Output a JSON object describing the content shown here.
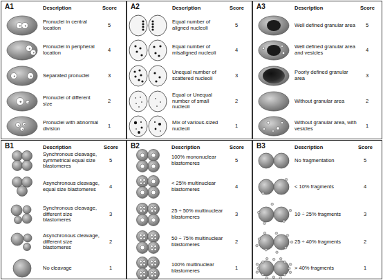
{
  "diagram": {
    "nodes": [
      {
        "text": [
          "A1",
          "Description",
          "Score"
        ]
      },
      {
        "text": [
          "A2",
          "Description",
          "Score"
        ]
      },
      {
        "text": [
          "A3",
          "Description",
          "Score"
        ]
      },
      {
        "text": [
          "B1",
          "Description",
          "Score"
        ]
      },
      {
        "text": [
          "B2",
          "Description",
          "Score"
        ]
      },
      {
        "text": [
          "B3",
          "Description",
          "Score"
        ]
      }
    ],
    "labels": [
      "Pronuclei in central location",
      "5",
      "Pronuclei in peripheral location",
      "4",
      "Separated pronuclei",
      "3",
      "Pronuclei of different size",
      "2",
      "Pronuclei with abnormal division",
      "1",
      "Equal number of aligned nucleoli",
      "5",
      "Equal number of misaligned nucleoli",
      "4",
      "Unequal number of scattered nucleoli",
      "3",
      "Equal or Unequal number of small nucleoli",
      "2",
      "Mix of various-sized nucleoli",
      "1",
      "Well defined granular area",
      "5",
      "Well defined granular area and vesicles",
      "4",
      "Poorly defined granular area",
      "3",
      "Without granular area",
      "2",
      "Without granular area, with vesicles",
      "1",
      "Synchronous cleavage, symmetrical equal size blastomeres",
      "5",
      "Asynchronous cleavage, equal size blastomeres",
      "4",
      "Synchronous cleavage, different size blastomeres",
      "3",
      "Asynchronous cleavage, different size blastomeres",
      "2",
      "No cleavage",
      "1",
      "100% mononuclear blastomeres",
      "5",
      "< 25% multinuclear blastomeres",
      "4",
      "25 ÷ 50% multinuclear blastomeres",
      "3",
      "50 ÷ 75% multinuclear blastomeres",
      "2",
      "100% multinuclear blastomeres",
      "1",
      "No fragmentation",
      "5",
      "< 10% fragments",
      "4",
      "10 ÷ 25% fragments",
      "3",
      "25 ÷ 40% fragments",
      "2",
      "> 40% fragments",
      "1"
    ]
  }
}
